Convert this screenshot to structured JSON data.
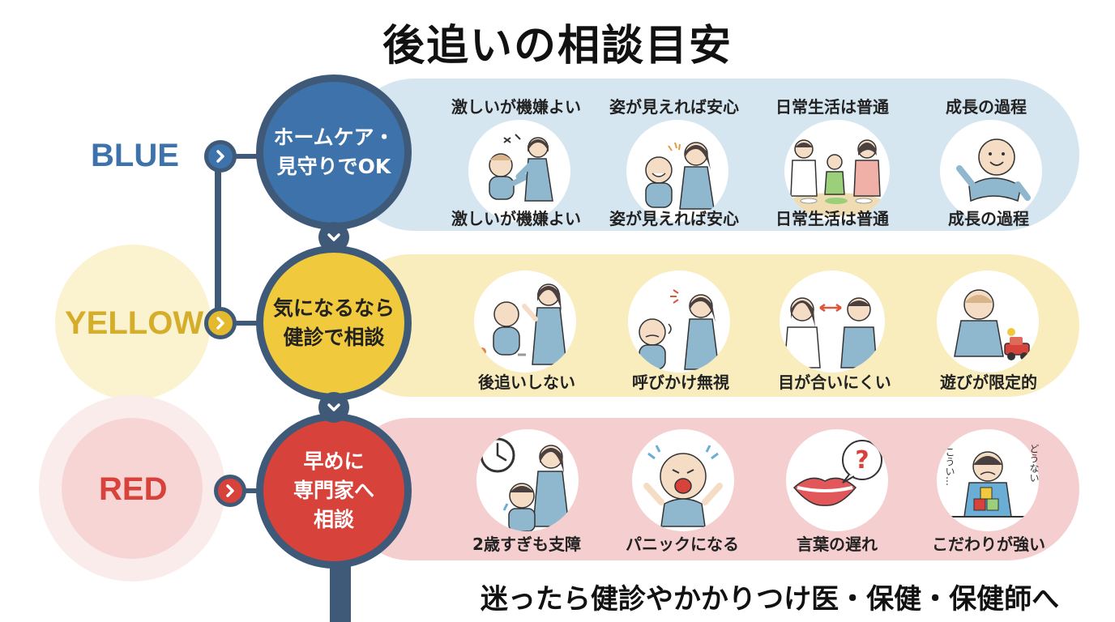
{
  "title": "後追いの相談目安",
  "colors": {
    "blue": "#3d73aa",
    "yellow": "#f0c93c",
    "red": "#d7423b",
    "navy": "#3e5a78"
  },
  "levels": [
    {
      "label": "BLUE",
      "circle_text": "ホームケア・\n見守りでOK",
      "items": [
        {
          "top": "激しいが機嫌よい",
          "bottom": "激しいが機嫌よい",
          "icon": "baby-reaching-mother-icon"
        },
        {
          "top": "姿が見えれば安心",
          "bottom": "姿が見えれば安心",
          "icon": "smiling-baby-mother-icon"
        },
        {
          "top": "日常生活は普通",
          "bottom": "日常生活は普通",
          "icon": "family-meal-icon"
        },
        {
          "top": "成長の過程",
          "bottom": "成長の過程",
          "icon": "happy-baby-icon"
        }
      ]
    },
    {
      "label": "YELLOW",
      "circle_text": "気になるなら\n健診で相談",
      "items": [
        {
          "bottom": "後追いしない",
          "icon": "baby-sitting-mother-icon"
        },
        {
          "bottom": "呼びかけ無視",
          "icon": "baby-ignoring-call-icon"
        },
        {
          "bottom": "目が合いにくい",
          "icon": "eye-contact-icon"
        },
        {
          "bottom": "遊びが限定的",
          "icon": "baby-toy-car-icon"
        }
      ]
    },
    {
      "label": "RED",
      "circle_text": "早めに\n専門家へ\n相談",
      "items": [
        {
          "bottom": "2歳すぎも支障",
          "icon": "clock-worried-mother-icon"
        },
        {
          "bottom": "パニックになる",
          "icon": "crying-baby-icon"
        },
        {
          "bottom": "言葉の遅れ",
          "icon": "lips-question-icon"
        },
        {
          "bottom": "こだわりが強い",
          "icon": "child-blocks-icon",
          "note_left": "こうい…",
          "note_right": "どうない"
        }
      ]
    }
  ],
  "footer": "迷ったら健診やかかりつけ医・保健・保健師へ"
}
